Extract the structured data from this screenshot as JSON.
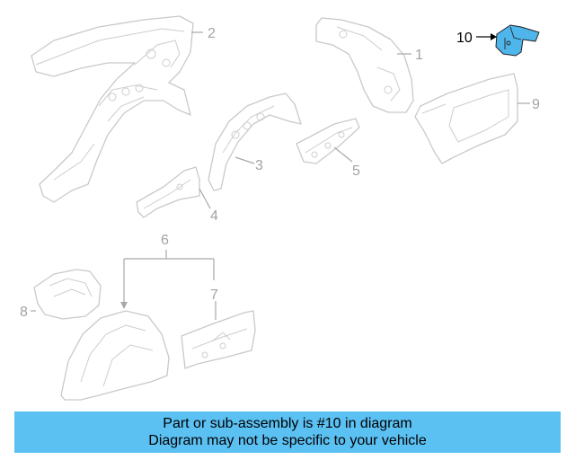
{
  "callouts": {
    "c1": "1",
    "c2": "2",
    "c3": "3",
    "c4": "4",
    "c5": "5",
    "c6": "6",
    "c7": "7",
    "c8": "8",
    "c9": "9",
    "c10": "10"
  },
  "highlighted_part": "10",
  "colors": {
    "banner": "#5bc0f2",
    "highlight": "#4fb6ec",
    "part_outline": "#c9c9c9",
    "callout_text": "#a3a3a3"
  },
  "banner": {
    "line1": "Part or sub-assembly is #10 in diagram",
    "line2": "Diagram may not be specific to your vehicle"
  }
}
